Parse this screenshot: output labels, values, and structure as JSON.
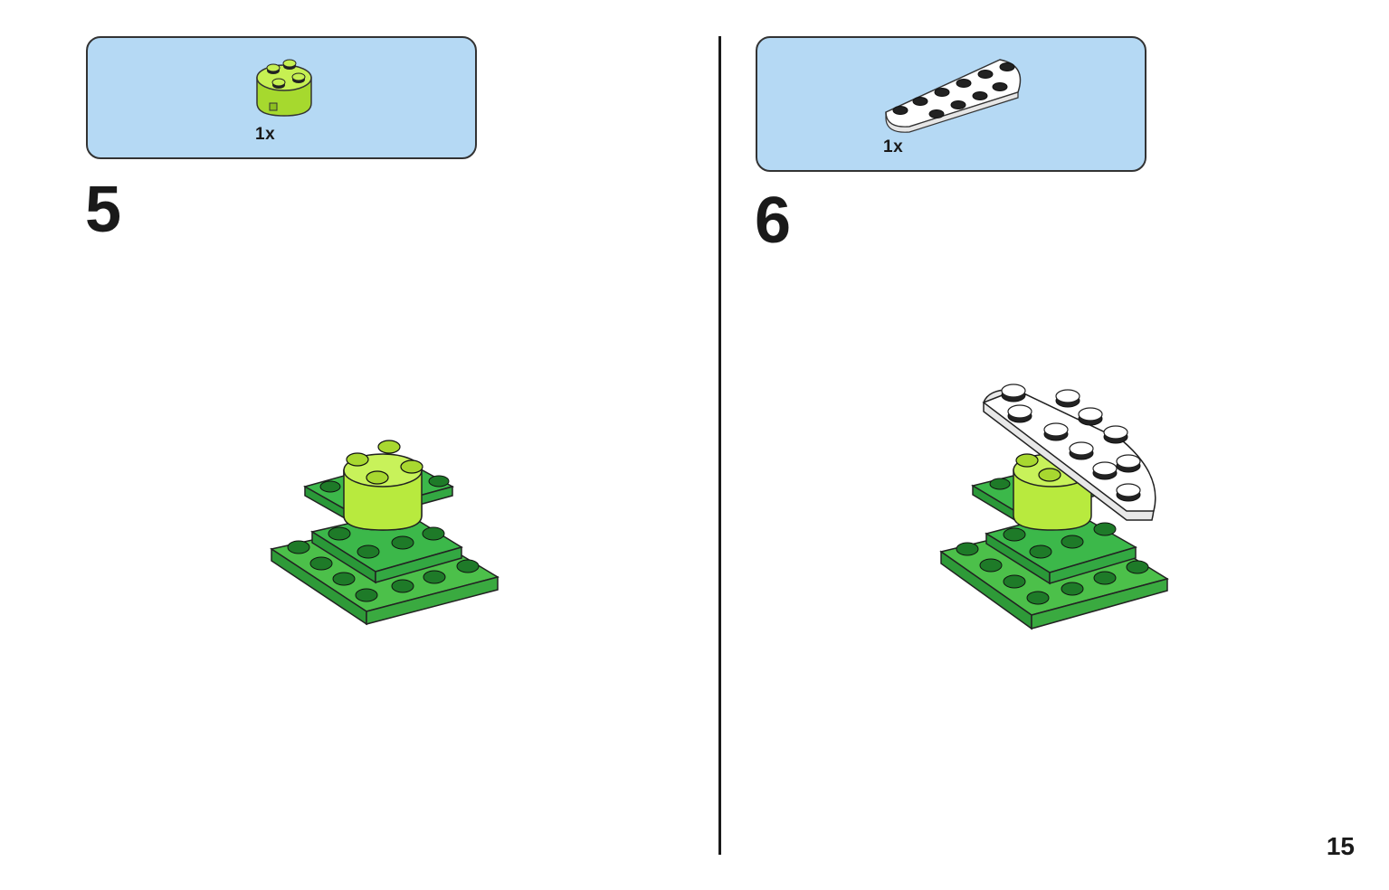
{
  "steps": [
    {
      "number": "5",
      "parts": [
        {
          "quantity": "1x",
          "icon": "lime-round-brick-2x2-icon",
          "color": "#b5e83a"
        }
      ]
    },
    {
      "number": "6",
      "parts": [
        {
          "quantity": "1x",
          "icon": "white-half-round-plate-icon",
          "color": "#ffffff"
        }
      ]
    }
  ],
  "page_number": "15",
  "colors": {
    "parts_box_bg": "#b5d9f4",
    "plate_green": "#3cb84a",
    "lime": "#b5e83a",
    "white": "#ffffff"
  }
}
